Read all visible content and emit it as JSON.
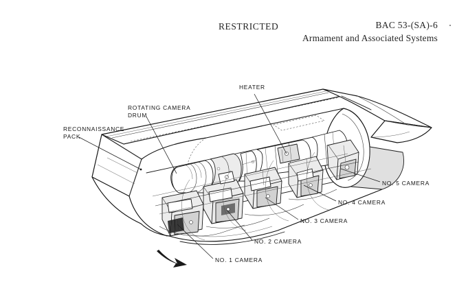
{
  "header": {
    "classification": "RESTRICTED",
    "doc_code": "BAC 53-(SA)-6",
    "doc_subtitle": "Armament and Associated Systems"
  },
  "figure": {
    "type": "technical-cutaway-illustration",
    "subject": "Reconnaissance pack camera installation",
    "labels": [
      {
        "id": "reconnaissance-pack",
        "text": "RECONNAISSANCE\nPACK"
      },
      {
        "id": "rotating-camera-drum",
        "text": "ROTATING CAMERA\nDRUM"
      },
      {
        "id": "heater",
        "text": "HEATER"
      },
      {
        "id": "camera-5",
        "text": "NO. 5 CAMERA"
      },
      {
        "id": "camera-4",
        "text": "NO. 4 CAMERA"
      },
      {
        "id": "camera-3",
        "text": "NO. 3 CAMERA"
      },
      {
        "id": "camera-2",
        "text": "NO. 2 CAMERA"
      },
      {
        "id": "camera-1",
        "text": "NO. 1 CAMERA"
      }
    ],
    "direction_arrow": "forward-flight-direction-arrow"
  },
  "colors": {
    "ink": "#1a1a1a",
    "paper": "#ffffff",
    "shade_light": "#ececec",
    "shade_mid": "#d2d2d2",
    "arrow": "#1a1a1a"
  }
}
